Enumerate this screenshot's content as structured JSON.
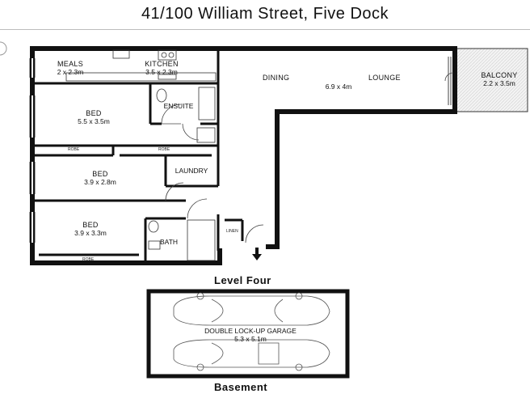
{
  "title": "41/100 William Street, Five Dock",
  "rooms": {
    "meals": {
      "name": "MEALS",
      "dims": "2 x 2.3m"
    },
    "kitchen": {
      "name": "KITCHEN",
      "dims": "3.5 x 2.3m"
    },
    "dining": {
      "name": "DINING"
    },
    "lounge": {
      "name": "LOUNGE"
    },
    "dining_lounge_dims": "6.9 x 4m",
    "balcony": {
      "name": "BALCONY",
      "dims": "2.2 x 3.5m"
    },
    "bed1": {
      "name": "BED",
      "dims": "5.5 x 3.5m"
    },
    "ensuite": {
      "name": "ENSUITE"
    },
    "bed2": {
      "name": "BED",
      "dims": "3.9 x 2.8m"
    },
    "laundry": {
      "name": "LAUNDRY"
    },
    "bed3": {
      "name": "BED",
      "dims": "3.9 x 3.3m"
    },
    "bath": {
      "name": "BATH"
    },
    "linen": "LINEN",
    "robe_upper": "ROBE",
    "robe_mid": "ROBE",
    "robe_lower": "ROBE",
    "garage": {
      "name": "DOUBLE LOCK-UP GARAGE",
      "dims": "5.3 x 5.1m"
    }
  },
  "levels": {
    "level_four": "Level Four",
    "basement": "Basement"
  }
}
